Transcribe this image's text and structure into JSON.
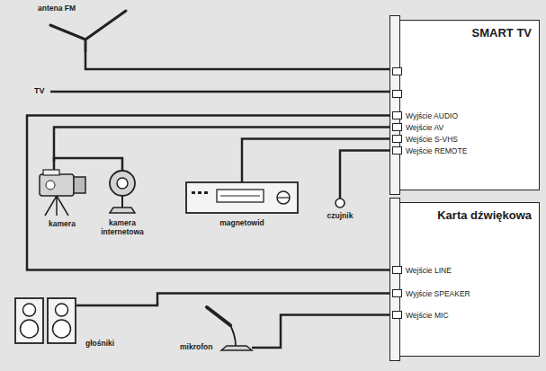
{
  "diagram": {
    "nodes": [
      {
        "text": [
          "antena FM"
        ]
      },
      {
        "text": [
          "SMART TV"
        ]
      },
      {
        "text": [
          "Wyjście AUDIO"
        ],
        "in": 1
      },
      {
        "text": [
          "Wejście AV"
        ],
        "in": 1
      },
      {
        "text": [
          "Wejście S-VHS"
        ],
        "in": 1
      },
      {
        "text": [
          "Wejście REMOTE"
        ],
        "in": 1
      },
      {
        "text": [
          "kamera"
        ]
      },
      {
        "text": [
          "kamera internetowa"
        ]
      },
      {
        "text": [
          "magnetowid"
        ]
      },
      {
        "text": [
          "czujnik"
        ]
      },
      {
        "text": [
          "Karta dźwiękowa"
        ]
      },
      {
        "text": [
          "Wejście LINE"
        ],
        "in": 10
      },
      {
        "text": [
          "Wyjście SPEAKER"
        ],
        "in": 10
      },
      {
        "text": [
          "Wejście MIC"
        ],
        "in": 10
      },
      {
        "text": [
          "głośniki"
        ]
      },
      {
        "text": [
          "mikrofon"
        ]
      }
    ],
    "edges": [
      {
        "from": 0,
        "to": 1,
        "arrow": "none"
      },
      {
        "from": 2,
        "to": 11,
        "arrow": "none"
      },
      {
        "from": 6,
        "to": 3,
        "arrow": "none"
      },
      {
        "from": 7,
        "to": 6,
        "arrow": "none"
      },
      {
        "from": 8,
        "to": 4,
        "arrow": "none"
      },
      {
        "from": 9,
        "to": 5,
        "arrow": "none"
      },
      {
        "from": 14,
        "to": 12,
        "arrow": "none"
      },
      {
        "from": 15,
        "to": 13,
        "arrow": "none"
      }
    ],
    "labels": [
      "TV"
    ]
  }
}
